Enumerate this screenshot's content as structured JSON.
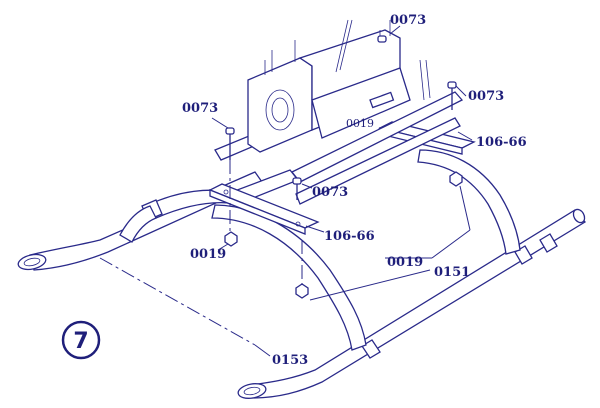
{
  "diagram": {
    "step_number": "7",
    "labels": {
      "p0073_top": "0073",
      "p0073_left": "0073",
      "p0073_right": "0073",
      "p0073_mid": "0073",
      "p0019_inner": "0019",
      "p0019_left": "0019",
      "p0019_right": "0019",
      "p106_right": "106-66",
      "p106_left": "106-66",
      "p0151": "0151",
      "p0153": "0153"
    }
  }
}
